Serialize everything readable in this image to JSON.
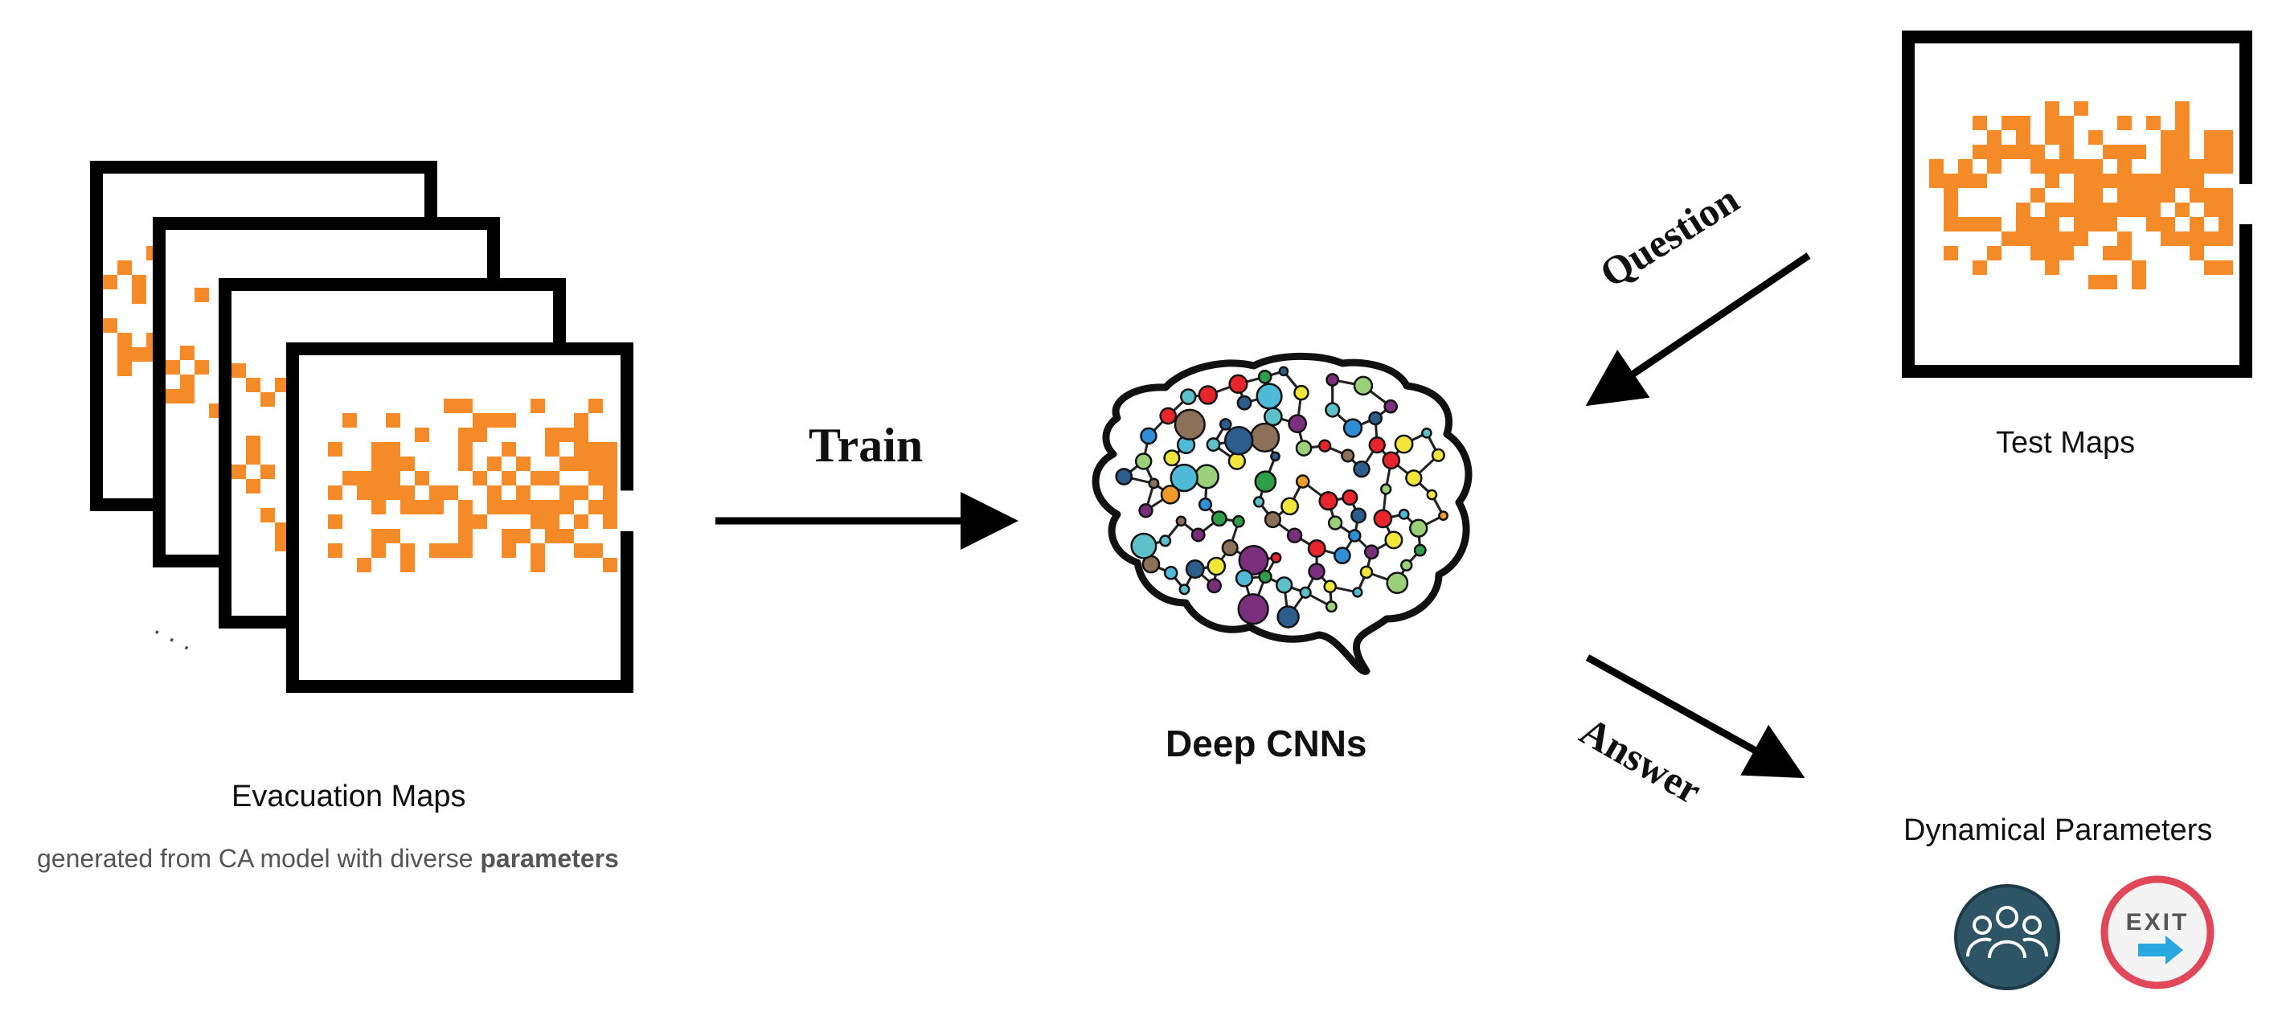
{
  "evacuation": {
    "title": "Evacuation Maps",
    "subtitle_prefix": "generated from CA model with diverse ",
    "subtitle_bold": "parameters",
    "ellipsis": "· · ·"
  },
  "arrows": {
    "train": "Train",
    "question": "Question",
    "answer": "Answer"
  },
  "network": {
    "label": "Deep CNNs"
  },
  "test": {
    "label": "Test Maps"
  },
  "output": {
    "label": "Dynamical Parameters",
    "people_icon": "people-group-icon",
    "exit_icon": "exit-sign-icon",
    "exit_text": "EXIT"
  },
  "colors": {
    "cell": "#f58a28",
    "frame": "#000000",
    "people_bg": "#2e5566",
    "exit_ring": "#e0485a",
    "exit_arrow": "#29a8e0"
  }
}
